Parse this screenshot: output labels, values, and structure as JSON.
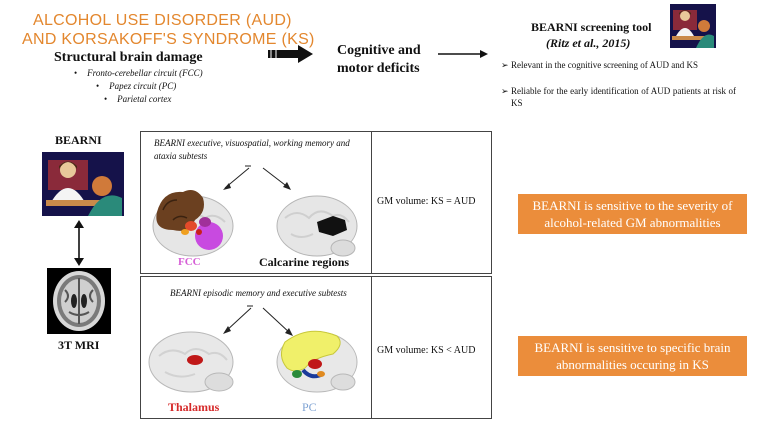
{
  "header": {
    "title_line1": "ALCOHOL USE DISORDER (AUD)",
    "title_line2": "AND KORSAKOFF'S SYNDROME (KS)",
    "structural_damage": "Structural brain damage",
    "damage_items": [
      "Fronto-cerebellar circuit (FCC)",
      "Papez circuit (PC)",
      "Parietal cortex"
    ],
    "deficits": "Cognitive and motor deficits"
  },
  "tool": {
    "title": "BEARNI screening tool",
    "citation": "(Ritz et al., 2015)",
    "bullets": [
      "Relevant in the cognitive screening of AUD and KS",
      "Reliable for the early identification of AUD patients at risk of KS"
    ]
  },
  "left_labels": {
    "bearni": "BEARNI",
    "mri": "3T MRI"
  },
  "panel1": {
    "subtests": "BEARNI executive, visuospatial, working memory and ataxia subtests",
    "left_label": "FCC",
    "right_label": "Calcarine regions",
    "gm_volume": "GM volume: KS = AUD",
    "finding": "BEARNI is sensitive to the severity of alcohol-related GM abnormalities"
  },
  "panel2": {
    "subtests": "BEARNI episodic memory and executive subtests",
    "left_label": "Thalamus",
    "right_label": "PC",
    "gm_volume": "GM volume: KS < AUD",
    "finding": "BEARNI is sensitive to specific brain abnormalities occuring in KS"
  },
  "colors": {
    "title": "#E3872E",
    "finding_box": "#EB8D3B",
    "fcc_label": "#D65ED6",
    "thalamus_label": "#D62A2A",
    "pc_label": "#7FA3D3"
  }
}
